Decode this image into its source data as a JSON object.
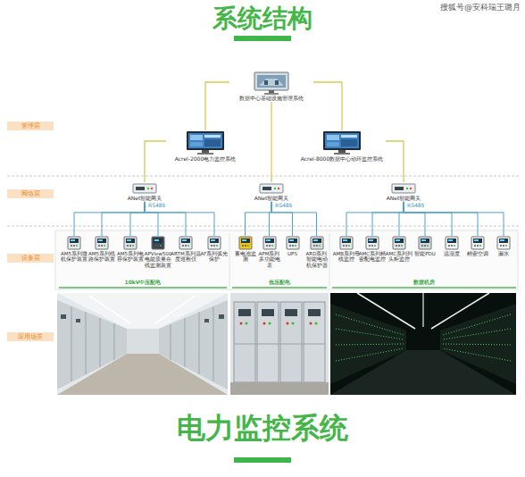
{
  "diagram": {
    "title": "系统结构",
    "caption": "电力监控系统",
    "nodes": [
      {
        "text": [
          "管理层"
        ]
      },
      {
        "text": [
          "网络层"
        ]
      },
      {
        "text": [
          "设备层"
        ]
      },
      {
        "text": [
          "应用场景"
        ]
      },
      {
        "text": [
          "数据中心基础设施管理系统"
        ]
      },
      {
        "text": [
          "Acrel-2000电力监控系统"
        ]
      },
      {
        "text": [
          "Acrel-8000数据中心动环监控系统"
        ]
      },
      {
        "text": [
          "ANet智能网关"
        ]
      },
      {
        "text": [
          "ANet智能网关"
        ]
      },
      {
        "text": [
          "ANet智能网关"
        ]
      },
      {
        "text": [
          "AM5系列微机保护装置"
        ]
      },
      {
        "text": [
          "AM5系列线路保护装置"
        ]
      },
      {
        "text": [
          "AM5系列电容保护装置"
        ]
      },
      {
        "text": [
          "APView500电能质量在线监测装置"
        ]
      },
      {
        "text": [
          "ARTM系列温度巡检仪"
        ]
      },
      {
        "text": [
          "AF系列弧光保护"
        ]
      },
      {
        "text": [
          "蓄电池监测"
        ]
      },
      {
        "text": [
          "APM系列多功能电表"
        ]
      },
      {
        "text": [
          "UPS"
        ]
      },
      {
        "text": [
          "ARD系列智能电动机保护器"
        ]
      },
      {
        "text": [
          "AMB系列母线监控"
        ]
      },
      {
        "text": [
          "AMC系列精密配电监控"
        ]
      },
      {
        "text": [
          "AMC系列列头柜监控"
        ]
      },
      {
        "text": [
          "智能PDU"
        ]
      },
      {
        "text": [
          "温湿度"
        ]
      },
      {
        "text": [
          "精密空调"
        ]
      },
      {
        "text": [
          "漏水"
        ]
      }
    ],
    "edges": [
      {
        "from": 4,
        "to": 5,
        "arrow": "none"
      },
      {
        "from": 4,
        "to": 6,
        "arrow": "none"
      },
      {
        "from": 4,
        "to": 8,
        "arrow": "none"
      },
      {
        "from": 5,
        "to": 7,
        "arrow": "none"
      },
      {
        "from": 6,
        "to": 9,
        "arrow": "none"
      },
      {
        "from": 7,
        "to": 10,
        "arrow": "none"
      },
      {
        "from": 7,
        "to": 11,
        "arrow": "none"
      },
      {
        "from": 7,
        "to": 12,
        "arrow": "none"
      },
      {
        "from": 7,
        "to": 13,
        "arrow": "none"
      },
      {
        "from": 7,
        "to": 14,
        "arrow": "none"
      },
      {
        "from": 7,
        "to": 15,
        "arrow": "none"
      },
      {
        "from": 8,
        "to": 16,
        "arrow": "none"
      },
      {
        "from": 8,
        "to": 17,
        "arrow": "none"
      },
      {
        "from": 8,
        "to": 18,
        "arrow": "none"
      },
      {
        "from": 8,
        "to": 19,
        "arrow": "none"
      },
      {
        "from": 9,
        "to": 20,
        "arrow": "none"
      },
      {
        "from": 9,
        "to": 21,
        "arrow": "none"
      },
      {
        "from": 9,
        "to": 22,
        "arrow": "none"
      },
      {
        "from": 9,
        "to": 23,
        "arrow": "none"
      },
      {
        "from": 9,
        "to": 24,
        "arrow": "none"
      },
      {
        "from": 9,
        "to": 25,
        "arrow": "none"
      },
      {
        "from": 9,
        "to": 26,
        "arrow": "none"
      }
    ],
    "labels": [
      "搜狐号@安科瑞王璐月",
      "RS485",
      "RS485",
      "RS485",
      "10kV中压配电",
      "低压配电",
      "数据机房"
    ]
  }
}
